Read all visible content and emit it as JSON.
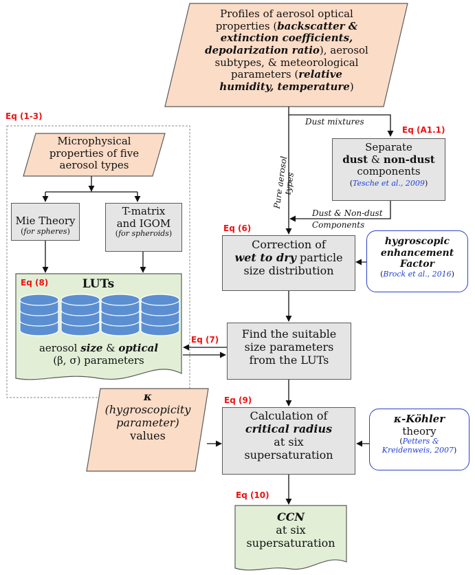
{
  "top_input": {
    "l1": "Profiles of aerosol optical",
    "l2a": "properties (",
    "l2b": "backscatter &",
    "l3": "extinction coefficients,",
    "l4a": "depolarization ratio",
    "l4b": "), aerosol",
    "l5": "subtypes, & meteorological",
    "l6a": "parameters (",
    "l6b": "relative",
    "l7a": "humidity, temperature",
    "l7b": ")"
  },
  "eq_labels": {
    "eq13": "Eq (1-3)",
    "eqA11": "Eq (A1.1)",
    "eq6": "Eq (6)",
    "eq8": "Eq (8)",
    "eq7": "Eq (7)",
    "eq9": "Eq (9)",
    "eq10": "Eq (10)"
  },
  "flow_labels": {
    "dust_mixtures": "Dust mixtures",
    "pure_aerosol": "Pure aerosol",
    "types": "types",
    "dust_nondust": "Dust & Non-dust",
    "components": "Components"
  },
  "separate": {
    "l1": "Separate",
    "l2a": "dust",
    "l2b": " & ",
    "l2c": "non-dust",
    "l3": "components",
    "cite": "Tesche et al., 2009",
    "paren_open": "(",
    "paren_close": ")"
  },
  "microphysical": {
    "l1": "Microphysical",
    "l2": "properties of five",
    "l3": "aerosol types"
  },
  "mie": {
    "l1": "Mie Theory",
    "l2": "for spheres",
    "po": "(",
    "pc": ")"
  },
  "tmatrix": {
    "l1": "T-matrix",
    "l2": "and IGOM",
    "l3": "for spheroids",
    "po": "(",
    "pc": ")"
  },
  "luts": {
    "title": "LUTs",
    "l1a": "aerosol ",
    "l1b": "size",
    "l1c": " & ",
    "l1d": "optical",
    "l2": "(β, σ) parameters"
  },
  "correction": {
    "l1": "Correction of",
    "l2a": "wet to dry",
    "l2b": " particle",
    "l3": "size distribution"
  },
  "hygro": {
    "l1": "hygroscopic",
    "l2": "enhancement",
    "l3": "Factor",
    "cite": "Brock et al., 2016",
    "po": "(",
    "pc": ")"
  },
  "find": {
    "l1": "Find the suitable",
    "l2": "size parameters",
    "l3": "from the LUTs"
  },
  "kappa_input": {
    "sym": "κ",
    "l1": "(hygroscopicity",
    "l2": "parameter)",
    "l3": "values"
  },
  "calc": {
    "l1": "Calculation of",
    "l2": "critical radius",
    "l3": "at six",
    "l4": "supersaturation"
  },
  "kohler": {
    "l1": "κ-Köhler",
    "l2": "theory",
    "cite1": "Petters &",
    "cite2": "Kreidenweis, 2007",
    "po": "(",
    "pc": ")"
  },
  "ccn": {
    "l1": "CCN",
    "l2": "at six",
    "l3": "supersaturation"
  },
  "colors": {
    "peach": "#fbdcc7",
    "green": "#e2efd6",
    "gray_box": "#e5e5e5",
    "eq_red": "#ee1111",
    "cite_blue": "#1f3fd6",
    "cylinder": "#5b8fd1"
  }
}
